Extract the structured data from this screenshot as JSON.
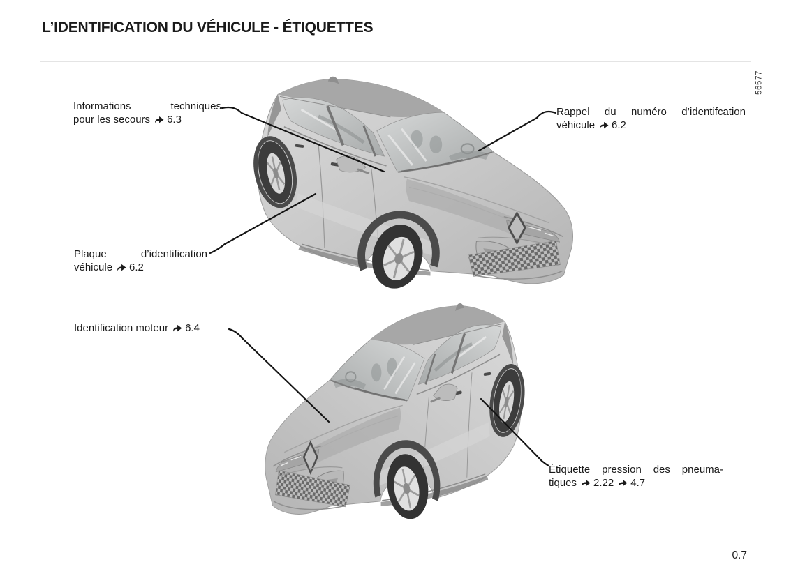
{
  "document": {
    "title": "L’IDENTIFICATION DU VÉHICULE - ÉTIQUETTES",
    "page_number": "0.7",
    "illustration_code": "56577"
  },
  "icons": {
    "cross_reference_arrow": "➥"
  },
  "callouts": {
    "informations_techniques": {
      "line1": "Informations techniques",
      "line2_pre": "pour les secours",
      "ref": "6.3"
    },
    "rappel_numero_identification": {
      "line1": "Rappel du numéro d’identifcation",
      "line2_pre": "véhicule",
      "ref": "6.2"
    },
    "plaque_identification": {
      "line1": "Plaque d’identification",
      "line2_pre": "véhicule",
      "ref": "6.2"
    },
    "identification_moteur": {
      "line_pre": "Identification moteur",
      "ref": "6.4"
    },
    "etiquette_pression_pneumatiques": {
      "line1": "Étiquette pression des pneuma-",
      "line2_pre": "tiques",
      "ref1": "2.22",
      "ref2": "4.7"
    }
  },
  "illustrations": {
    "top_car": "vehicle-front-right-three-quarter-view",
    "bottom_car": "vehicle-front-left-three-quarter-view"
  },
  "colors": {
    "text": "#1a1a1a",
    "leader_line": "#141414",
    "divider": "#e4e4e4",
    "car_body": "#c6c6c6",
    "car_dark": "#3f3f3f"
  }
}
